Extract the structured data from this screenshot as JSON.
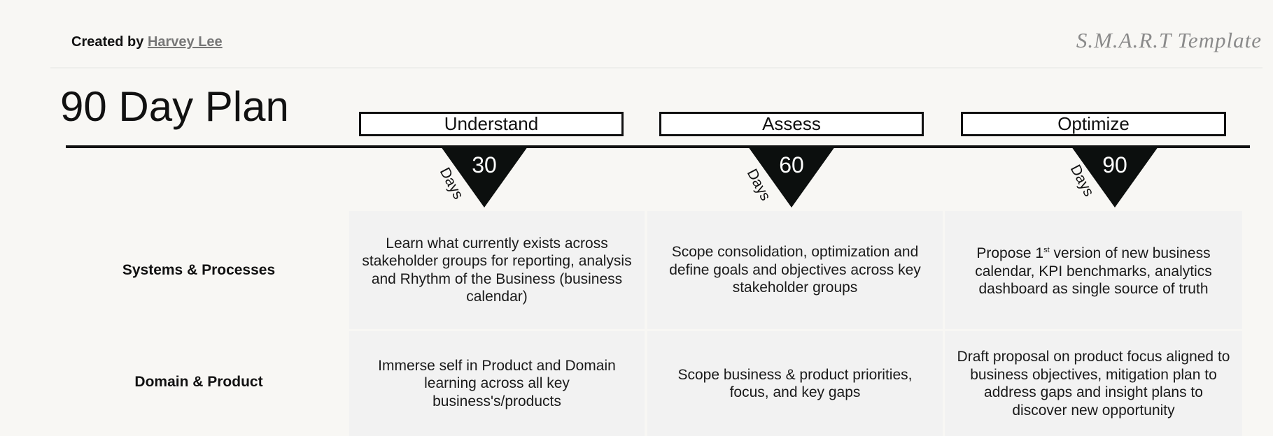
{
  "header": {
    "created_prefix": "Created by",
    "author": "Harvey Lee",
    "template_label": "S.M.A.R.T Template"
  },
  "title": "90 Day Plan",
  "phases": [
    {
      "label": "Understand",
      "days": "30",
      "days_label": "Days"
    },
    {
      "label": "Assess",
      "days": "60",
      "days_label": "Days"
    },
    {
      "label": "Optimize",
      "days": "90",
      "days_label": "Days"
    }
  ],
  "rows": [
    {
      "label": "Systems & Processes",
      "cells": [
        "Learn what currently exists across stakeholder groups for reporting, analysis and Rhythm of the Business (business calendar)",
        "Scope consolidation, optimization and define goals and objectives across key stakeholder groups",
        {
          "pre": "Propose 1",
          "sup": "st",
          "post": " version of new business calendar, KPI benchmarks, analytics dashboard as single source of truth"
        }
      ]
    },
    {
      "label": "Domain & Product",
      "cells": [
        "Immerse self in Product and Domain learning across all key business's/products",
        "Scope business & product priorities, focus, and key gaps",
        "Draft proposal on product focus aligned to business objectives, mitigation plan to address gaps and insight plans to discover new opportunity"
      ]
    }
  ]
}
